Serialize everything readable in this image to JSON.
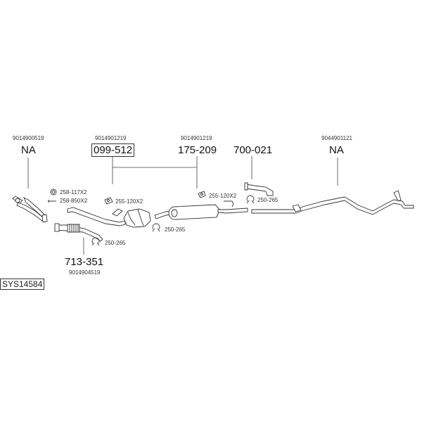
{
  "system_code": "SYS14584",
  "top_parts": [
    {
      "id": "p1",
      "ref": "9014900519",
      "number": "NA"
    },
    {
      "id": "p2",
      "ref": "9014901219",
      "number": "099-512"
    },
    {
      "id": "p3",
      "ref": "9014901219",
      "number": "175-209"
    },
    {
      "id": "p4",
      "ref": "",
      "number": "700-021"
    },
    {
      "id": "p5",
      "ref": "9044901121",
      "number": "NA"
    }
  ],
  "bottom_part": {
    "number": "713-351",
    "ref": "9014904519"
  },
  "accessories": {
    "gasket_a": "258-117X2",
    "gasket_b": "258-850X2",
    "bracket_a": "255-120X2",
    "bracket_b": "255-120X2",
    "clamp_a": "250-265",
    "clamp_b": "250-265",
    "clamp_c": "250-265"
  }
}
